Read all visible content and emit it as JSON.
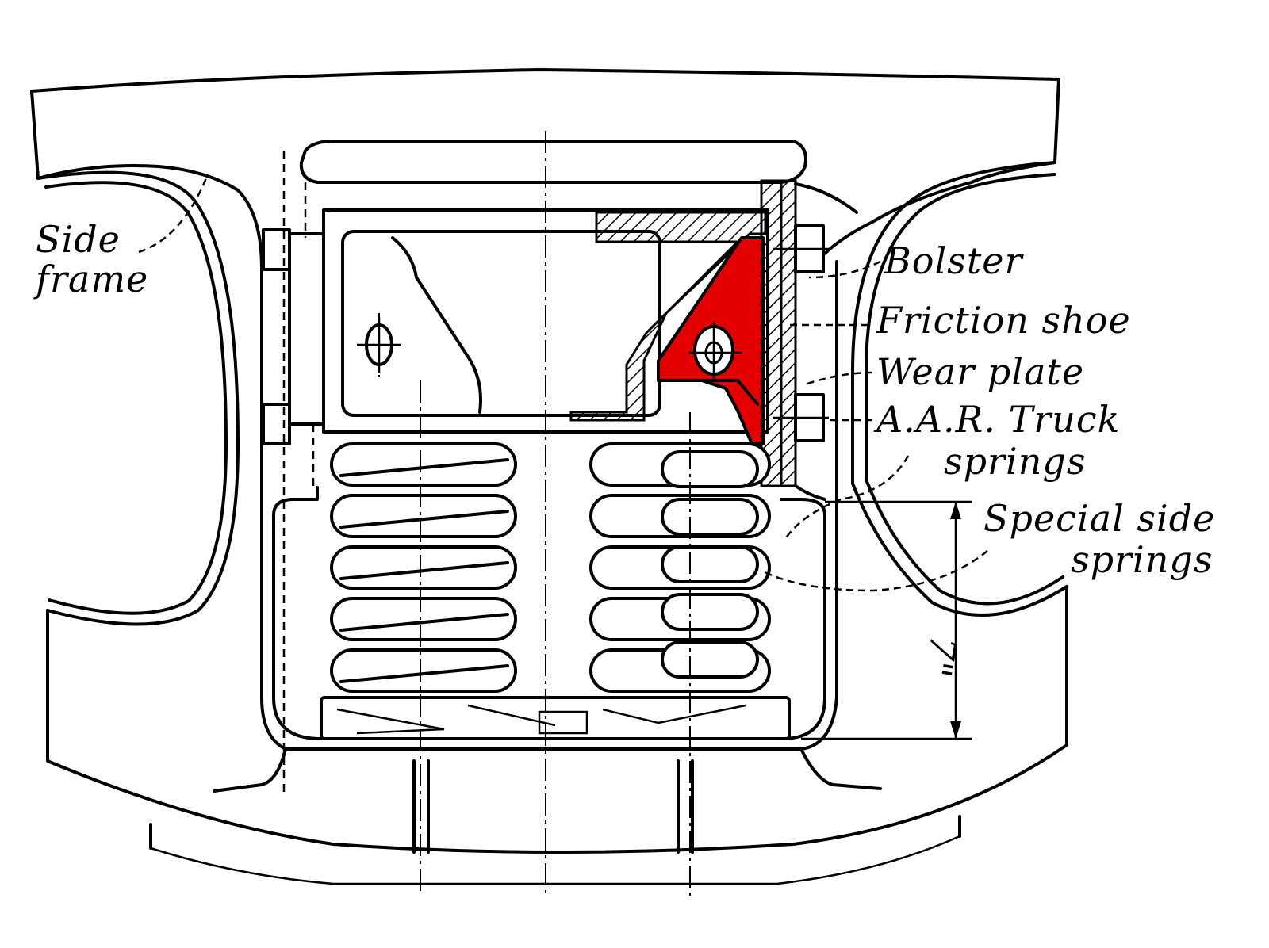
{
  "diagram": {
    "labels": {
      "side_frame_line1": "Side",
      "side_frame_line2": "frame",
      "bolster": "Bolster",
      "friction_shoe": "Friction shoe",
      "wear_plate": "Wear plate",
      "aar_line1": "A.A.R. Truck",
      "aar_line2": "springs",
      "special_line1": "Special side",
      "special_line2": "springs",
      "dimension": "7\""
    },
    "colors": {
      "highlight": "#e50000",
      "ink": "#000000",
      "background": "#ffffff"
    }
  }
}
